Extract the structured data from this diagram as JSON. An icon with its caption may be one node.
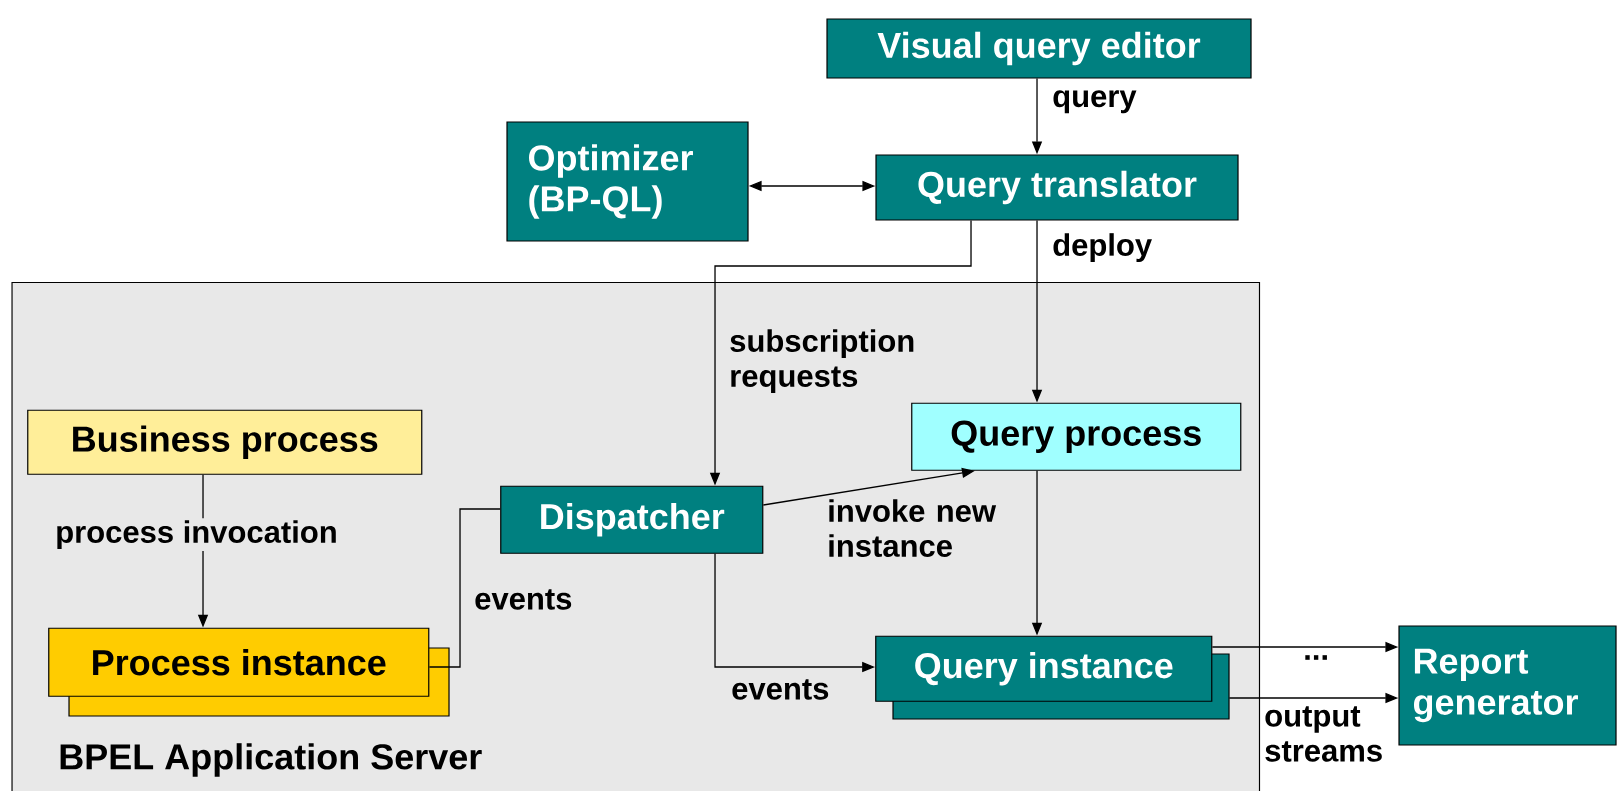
{
  "diagram": {
    "nodes": [
      {
        "text": [
          "Visual query editor"
        ]
      },
      {
        "text": [
          "Optimizer (BP-QL)"
        ]
      },
      {
        "text": [
          "Query translator"
        ]
      },
      {
        "text": [
          "BPEL Application Server"
        ]
      },
      {
        "text": [
          "Business process"
        ],
        "in": 3
      },
      {
        "text": [
          "Query process"
        ],
        "in": 3
      },
      {
        "text": [
          "Dispatcher"
        ],
        "in": 3
      },
      {
        "text": [
          "Process instance"
        ],
        "in": 3
      },
      {
        "text": [
          "Query instance"
        ],
        "in": 3
      },
      {
        "text": [
          "Report generator"
        ]
      }
    ],
    "edges": [
      {
        "from": 0,
        "to": 2,
        "arrow": "to",
        "label": "query"
      },
      {
        "from": 1,
        "to": 2,
        "arrow": "both"
      },
      {
        "from": 2,
        "to": 5,
        "arrow": "to",
        "label": "deploy"
      },
      {
        "from": 2,
        "to": 6,
        "arrow": "to",
        "label": "subscription requests"
      },
      {
        "from": 4,
        "to": 7,
        "arrow": "to",
        "label": "process invocation"
      },
      {
        "from": 7,
        "to": 6,
        "arrow": "none",
        "label": "events"
      },
      {
        "from": 6,
        "to": 5,
        "arrow": "to",
        "label": "invoke new instance"
      },
      {
        "from": 6,
        "to": 8,
        "arrow": "to",
        "label": "events"
      },
      {
        "from": 5,
        "to": 8,
        "arrow": "to"
      },
      {
        "from": 8,
        "to": 9,
        "arrow": "to"
      },
      {
        "from": 8,
        "to": 9,
        "arrow": "to",
        "label": "output streams"
      }
    ],
    "labels": [
      "..."
    ]
  }
}
